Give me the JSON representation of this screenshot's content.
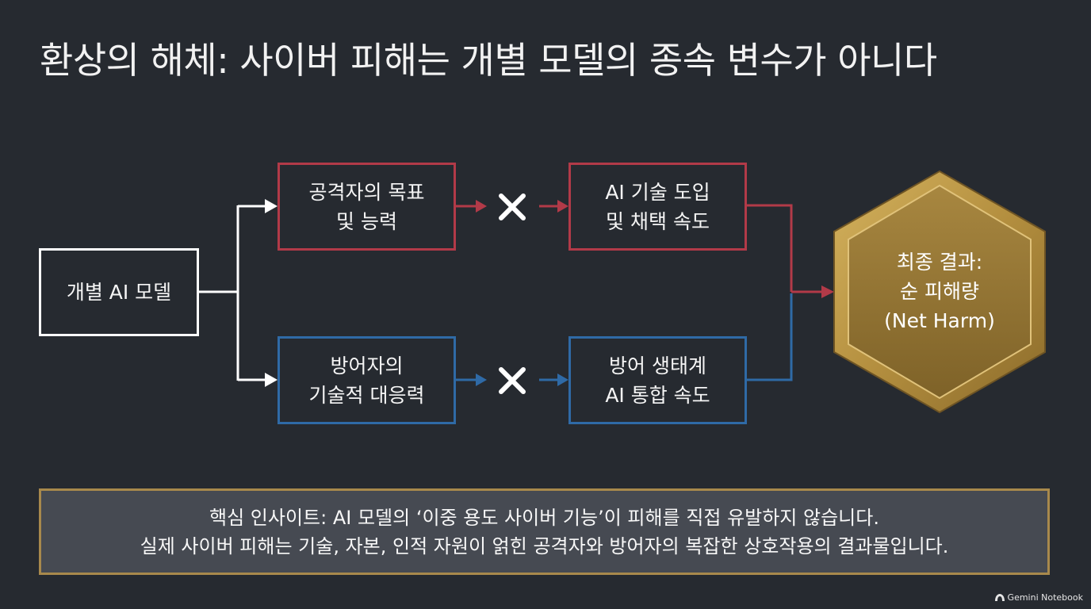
{
  "title": "환상의 해체: 사이버 피해는 개별 모델의 종속 변수가 아니다",
  "colors": {
    "background": "#262a30",
    "attacker": "#b23a48",
    "defender": "#2f6aa6",
    "outcome_gold": "#a8894c",
    "outline": "#ffffff"
  },
  "diagram": {
    "source": {
      "label": "개별 AI 모델"
    },
    "attacker_path": {
      "factor": {
        "line1": "공격자의 목표",
        "line2": "및 능력"
      },
      "operator": "multiply-icon",
      "adoption": {
        "line1": "AI 기술 도입",
        "line2": "및 채택 속도"
      }
    },
    "defender_path": {
      "factor": {
        "line1": "방어자의",
        "line2": "기술적 대응력"
      },
      "operator": "multiply-icon",
      "ecosystem": {
        "line1": "방어 생태계",
        "line2": "AI 통합 속도"
      }
    },
    "outcome": {
      "line1": "최종 결과:",
      "line2": "순 피해량",
      "line3": "(Net Harm)"
    }
  },
  "insight": {
    "line1": "핵심 인사이트: AI 모델의 ‘이중 용도 사이버 기능’이 피해를 직접 유발하지 않습니다.",
    "line2": "실제 사이버 피해는 기술, 자본, 인적 자원이 얽힌 공격자와 방어자의 복잡한 상호작용의 결과물입니다."
  },
  "branding": {
    "label": "Gemini Notebook",
    "icon": "notebook-logo-icon"
  }
}
